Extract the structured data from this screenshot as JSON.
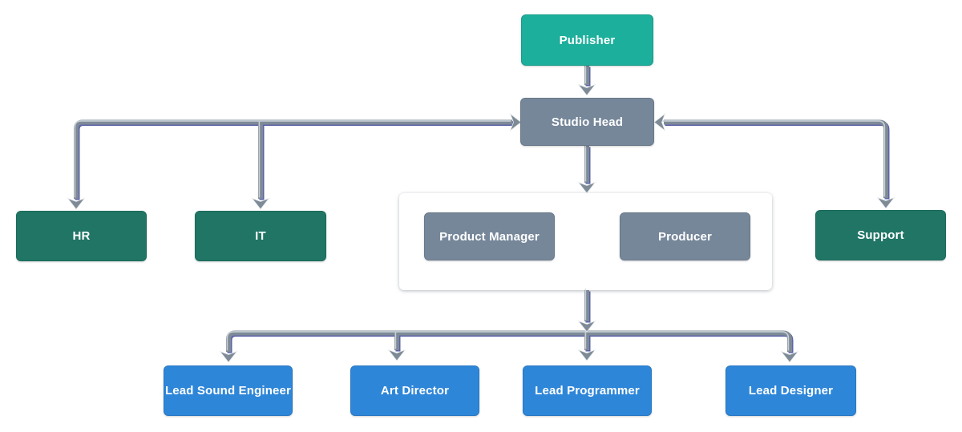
{
  "diagram": {
    "colors": {
      "background": "#ffffff",
      "teal": "#1CAF9B",
      "gray": "#76879A",
      "green": "#207565",
      "blue": "#2E86D8",
      "connector": "#7E8B97",
      "connector_shadow": "#5D63A8",
      "connector_highlight": "#C8CFD5"
    },
    "nodes": {
      "publisher": {
        "label": "Publisher",
        "color": "#1CAF9B"
      },
      "studio_head": {
        "label": "Studio Head",
        "color": "#76879A"
      },
      "hr": {
        "label": "HR",
        "color": "#207565"
      },
      "it": {
        "label": "IT",
        "color": "#207565"
      },
      "product_manager": {
        "label": "Product Manager",
        "color": "#76879A"
      },
      "producer": {
        "label": "Producer",
        "color": "#76879A"
      },
      "support": {
        "label": "Support",
        "color": "#207565"
      },
      "lead_sound_engineer": {
        "label": "Lead Sound Engineer",
        "color": "#2E86D8"
      },
      "art_director": {
        "label": "Art Director",
        "color": "#2E86D8"
      },
      "lead_programmer": {
        "label": "Lead Programmer",
        "color": "#2E86D8"
      },
      "lead_designer": {
        "label": "Lead Designer",
        "color": "#2E86D8"
      }
    },
    "edges": [
      {
        "from": "Publisher",
        "to": "Studio Head"
      },
      {
        "from": "Studio Head",
        "to": "HR"
      },
      {
        "from": "Studio Head",
        "to": "IT"
      },
      {
        "from": "Studio Head",
        "to": "Support"
      },
      {
        "from": "Studio Head",
        "to": "Management Group"
      },
      {
        "from": "Management Group",
        "to": "Lead Sound Engineer"
      },
      {
        "from": "Management Group",
        "to": "Art Director"
      },
      {
        "from": "Management Group",
        "to": "Lead Programmer"
      },
      {
        "from": "Management Group",
        "to": "Lead Designer"
      }
    ]
  }
}
